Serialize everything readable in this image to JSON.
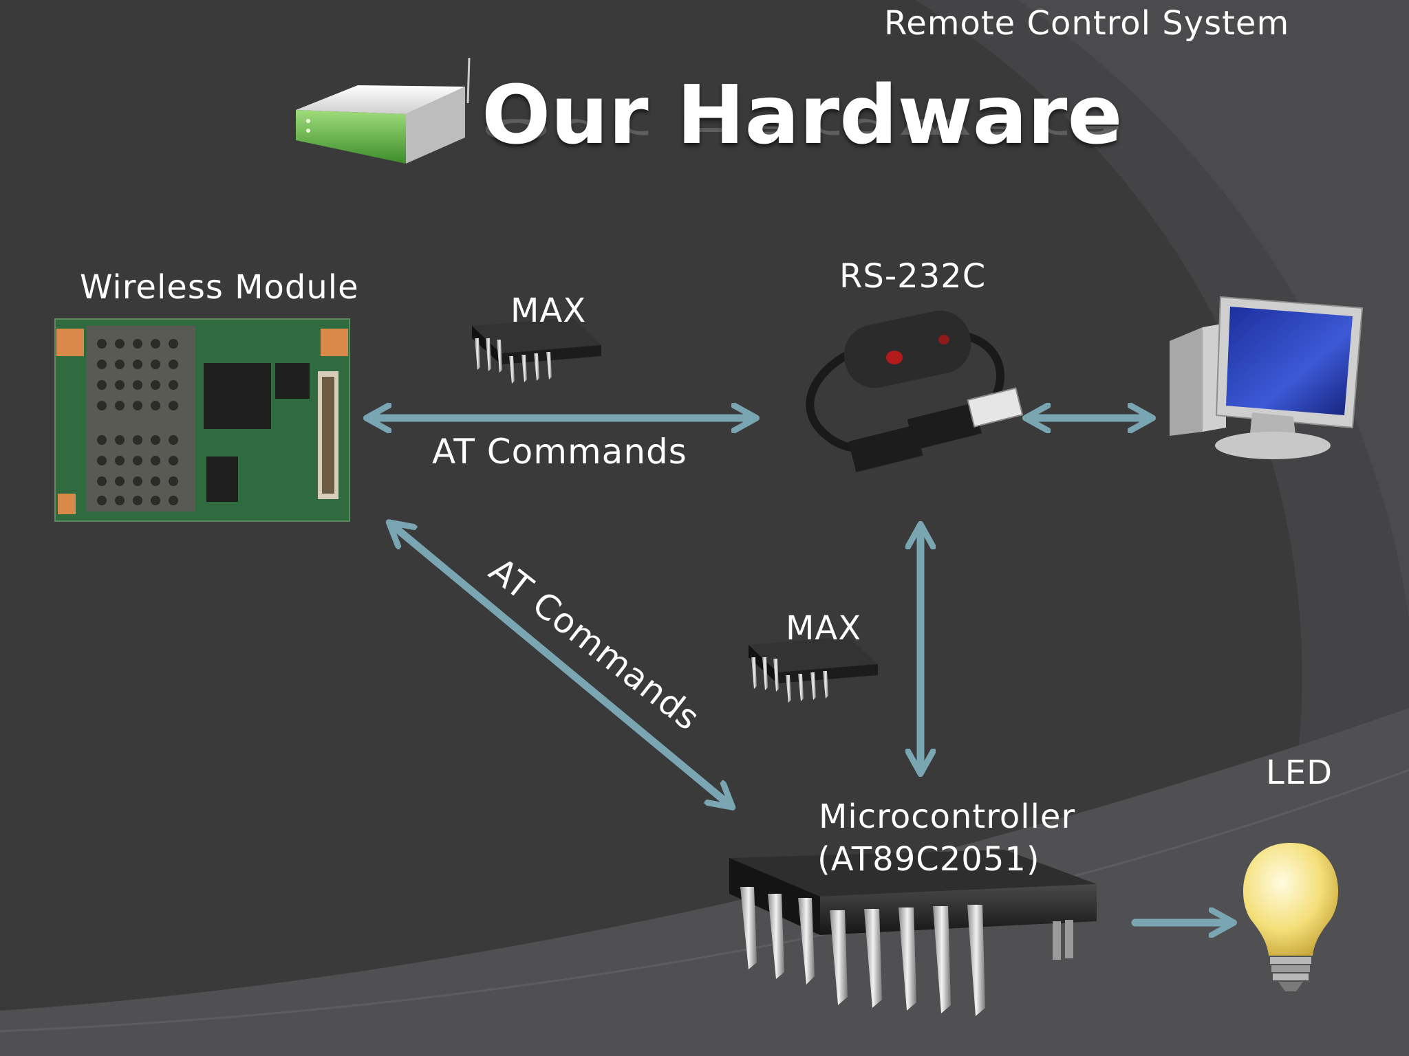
{
  "header": {
    "system_name": "Remote Control System",
    "title": "Our Hardware"
  },
  "components": {
    "wireless_module": "Wireless Module",
    "rs232": "RS-232C",
    "max_top": "MAX",
    "max_mid": "MAX",
    "microcontroller_line1": "Microcontroller",
    "microcontroller_line2": "(AT89C2051)",
    "led": "LED"
  },
  "connections": {
    "wireless_to_rs232": "AT Commands",
    "wireless_to_mcu": "AT Commands"
  },
  "colors": {
    "background": "#3a3a3b",
    "arrow": "#7aa6b4",
    "text": "#ffffff"
  }
}
